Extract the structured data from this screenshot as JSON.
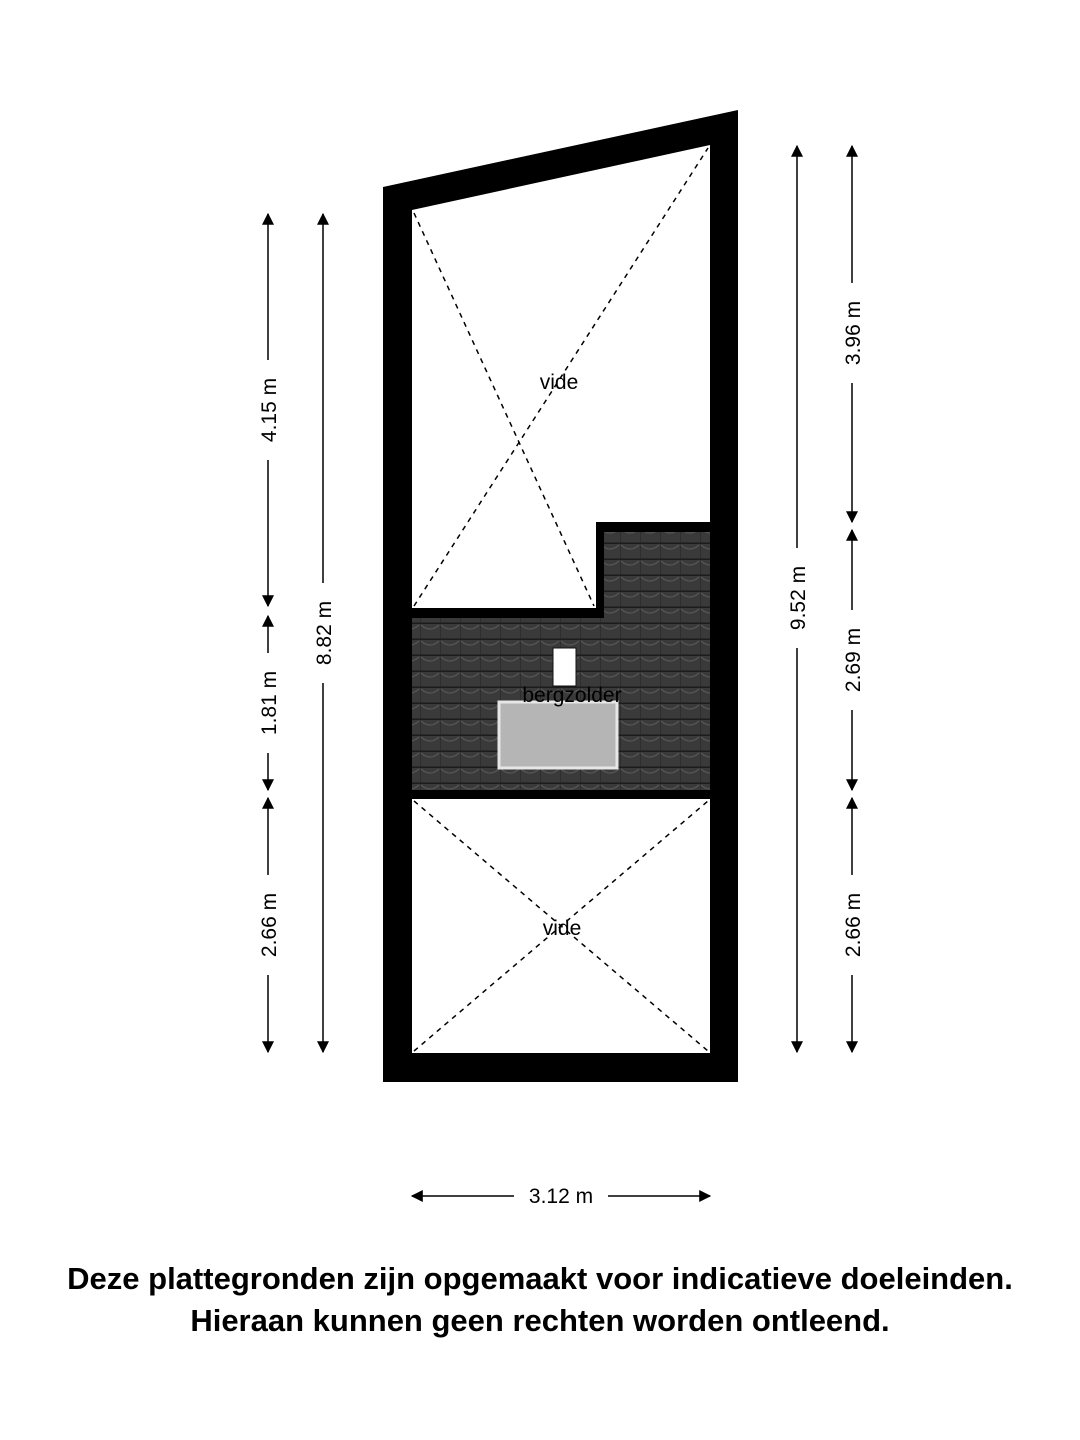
{
  "rooms": {
    "vide_top": "vide",
    "bergzolder": "bergzolder",
    "vide_bottom": "vide"
  },
  "dimensions": {
    "left_outer": "8.82 m",
    "left_top": "4.15 m",
    "left_middle": "1.81 m",
    "left_bottom": "2.66 m",
    "right_outer": "9.52 m",
    "right_top": "3.96 m",
    "right_middle": "2.69 m",
    "right_bottom": "2.66 m",
    "bottom_width": "3.12 m"
  },
  "disclaimer": {
    "line1": "Deze plattegronden zijn opgemaakt voor indicatieve doeleinden.",
    "line2": "Hieraan kunnen geen rechten worden ontleend."
  },
  "colors": {
    "wall": "#000000",
    "roof_tiles": "#3a3a3a",
    "skylight": "#b5b5b5"
  }
}
